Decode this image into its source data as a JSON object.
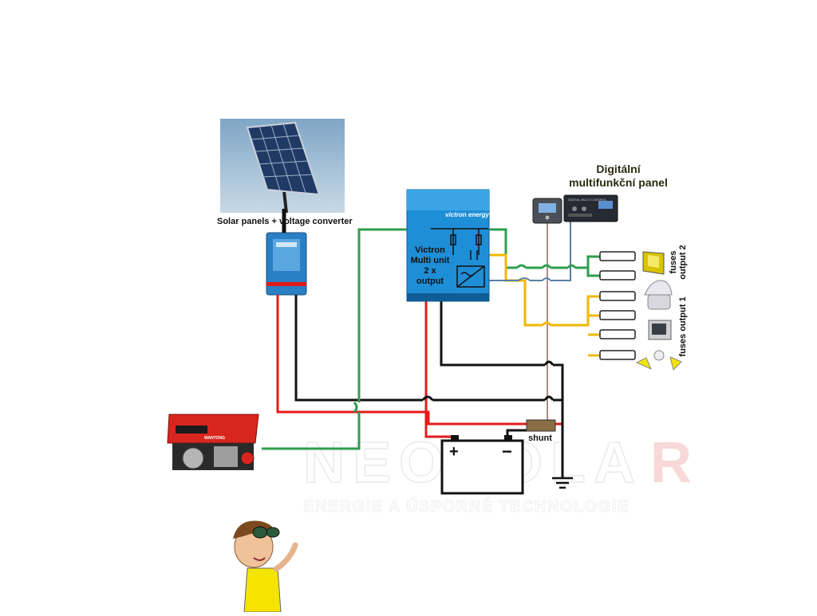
{
  "labels": {
    "solar": "Solar panels + voltage converter",
    "victron_brand": "victron energy",
    "victron_line1": "Victron",
    "victron_line2": "Multi unit",
    "victron_line3": "2 x output",
    "panel_line1": "Digitální",
    "panel_line2": "multifunkční panel",
    "panel_device_text": "DIGITAL MULTI CONTROL",
    "generator_brand": "WANTONG",
    "shunt": "shunt",
    "battery_plus": "+",
    "battery_minus": "−",
    "fuses2_line1": "fuses",
    "fuses2_line2": "output 2",
    "fuses1_line1": "fuses output 1",
    "fuses1_line2": "fuses output 1",
    "watermark_main": "NEOSOLAR",
    "watermark_sub": "ENERGIE A ÚSPORNÉ TECHNOLOGIE"
  },
  "colors": {
    "ac_green": "#2e9e4f",
    "dc_red": "#e31b1b",
    "dc_black": "#111111",
    "ac_yellow": "#f2b705",
    "signal_blue": "#5b7fa6",
    "signal_gray": "#b08a8a",
    "victron_blue": "#1e8ed6",
    "converter_blue": "#2b7fc4",
    "generator_red": "#d8261e",
    "watermark_red": "#f0a0a0"
  }
}
